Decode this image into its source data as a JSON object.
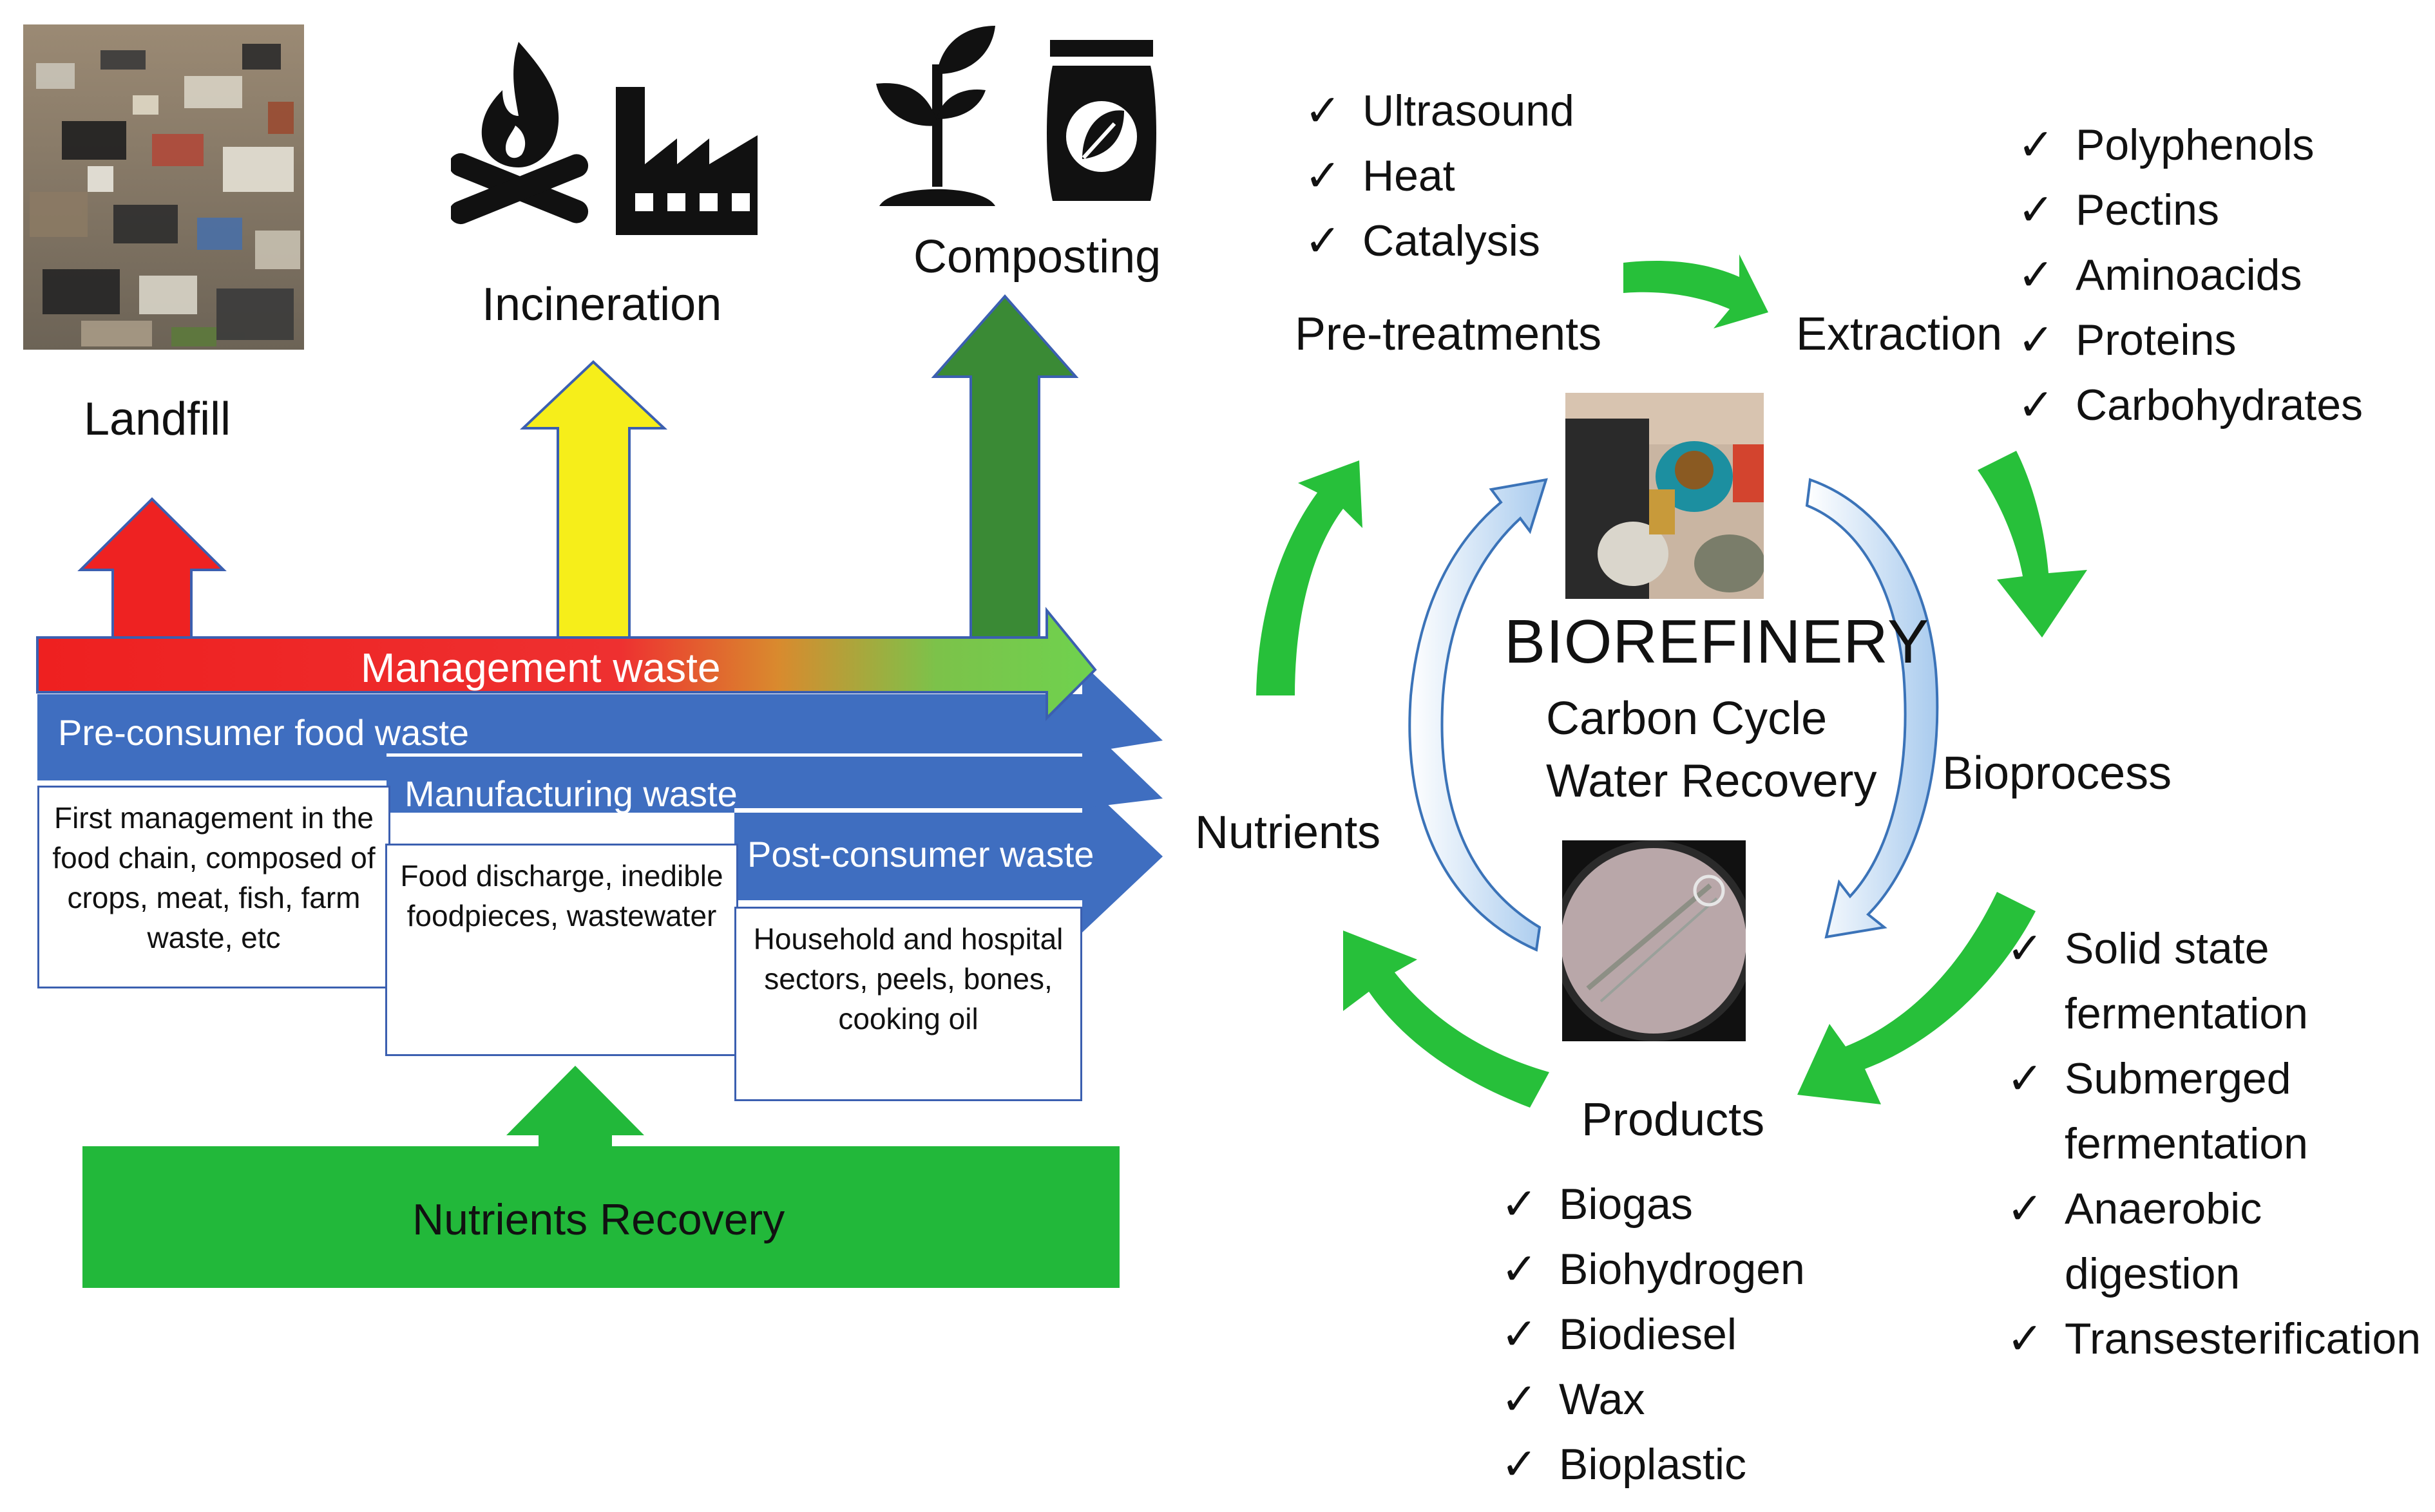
{
  "disposal": {
    "landfill": "Landfill",
    "incineration": "Incineration",
    "composting": "Composting"
  },
  "bands": {
    "management": "Management waste",
    "pre_consumer": "Pre-consumer food waste",
    "manufacturing": "Manufacturing waste",
    "post_consumer": "Post-consumer waste"
  },
  "boxes": {
    "pre_consumer": "First management in the food chain, composed of crops, meat, fish, farm waste, etc",
    "manufacturing": "Food discharge, inedible foodpieces, wastewater",
    "post_consumer": "Household and hospital sectors, peels, bones, cooking oil"
  },
  "nutrients_recovery": "Nutrients Recovery",
  "cycle": {
    "pretreatments_label": "Pre-treatments",
    "pretreatments": [
      "Ultrasound",
      "Heat",
      "Catalysis"
    ],
    "extraction_label": "Extraction",
    "extraction": [
      "Polyphenols",
      "Pectins",
      "Aminoacids",
      "Proteins",
      "Carbohydrates"
    ],
    "bioprocess_label": "Bioprocess",
    "bioprocess": [
      "Solid state",
      "fermentation",
      "Submerged",
      "fermentation",
      "Anaerobic",
      "digestion",
      "Transesterification"
    ],
    "products_label": "Products",
    "products": [
      "Biogas",
      "Biohydrogen",
      "Biodiesel",
      "Wax",
      "Bioplastic"
    ],
    "nutrients_label": "Nutrients"
  },
  "center": {
    "title": "BIOREFINERY",
    "line1": "Carbon Cycle",
    "line2": "Water Recovery"
  },
  "check_glyph": "✓",
  "colors": {
    "green": "#27c03a",
    "band_blue": "#3f6ec0",
    "red": "#ee2222",
    "yellow": "#f6ee1a",
    "dark_green": "#3a8a35",
    "light_blue": "#b9d6f2"
  }
}
